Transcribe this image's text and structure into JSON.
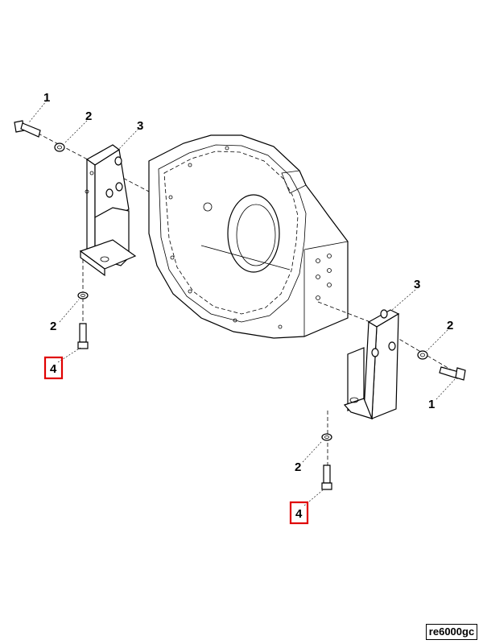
{
  "callouts": {
    "c1_top": "1",
    "c2_top": "2",
    "c3_top": "3",
    "c2_left": "2",
    "c4_left": "4",
    "c3_right": "3",
    "c2_right": "2",
    "c1_right": "1",
    "c2_bottom": "2",
    "c4_bottom": "4"
  },
  "reference_code": "re6000gc",
  "colors": {
    "line": "#000000",
    "highlight": "#e00000",
    "background": "#ffffff"
  }
}
